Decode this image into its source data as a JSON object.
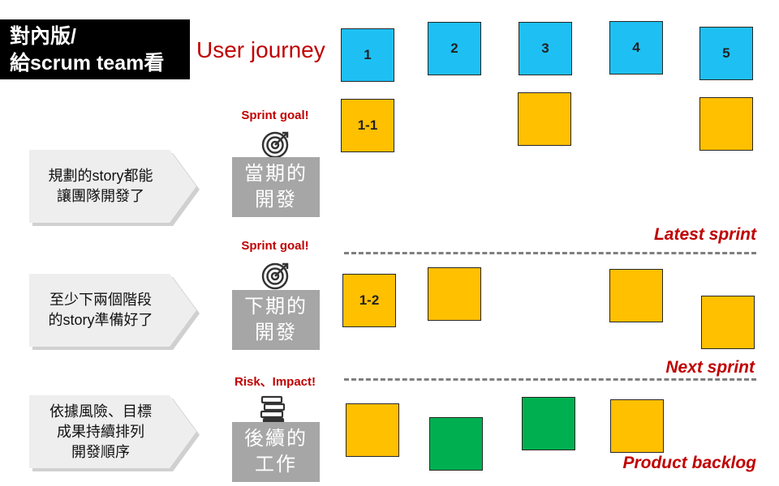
{
  "header": {
    "title_line1": "對內版/",
    "title_line2": "給scrum team看",
    "user_journey": "User journey"
  },
  "journey_steps": [
    "1",
    "2",
    "3",
    "4",
    "5"
  ],
  "rows": [
    {
      "goal": "Sprint goal!",
      "goal_icon": "target-icon",
      "stage": "當期的\n開發",
      "callout": "規劃的story都能\n讓團隊開發了",
      "sprint_label": "Latest sprint",
      "notes": [
        {
          "label": "1-1",
          "color": "#ffc000"
        },
        {
          "label": "",
          "color": "#ffc000"
        },
        {
          "label": "",
          "color": "#ffc000"
        }
      ]
    },
    {
      "goal": "Sprint goal!",
      "goal_icon": "target-icon",
      "stage": "下期的\n開發",
      "callout": "至少下兩個階段\n的story準備好了",
      "sprint_label": "Next sprint",
      "notes": [
        {
          "label": "1-2",
          "color": "#ffc000"
        },
        {
          "label": "",
          "color": "#ffc000"
        },
        {
          "label": "",
          "color": "#ffc000"
        },
        {
          "label": "",
          "color": "#ffc000"
        }
      ]
    },
    {
      "goal": "Risk、Impact!",
      "goal_icon": "book-stack-icon",
      "stage": "後續的\n工作",
      "callout": "依據風險、目標\n成果持續排列\n開發順序",
      "sprint_label": "Product backlog",
      "notes": [
        {
          "label": "",
          "color": "#ffc000"
        },
        {
          "label": "",
          "color": "#00b050"
        },
        {
          "label": "",
          "color": "#00b050"
        },
        {
          "label": "",
          "color": "#ffc000"
        }
      ]
    }
  ],
  "colors": {
    "journey": "#1ec0f4",
    "story_yellow": "#ffc000",
    "story_green": "#00b050",
    "accent_red": "#c00000",
    "stage_grey": "#a6a6a6"
  }
}
